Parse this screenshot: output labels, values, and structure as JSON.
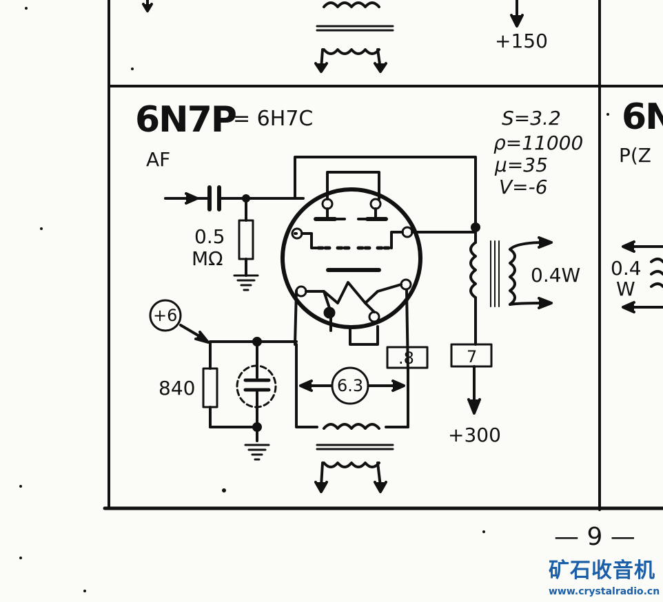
{
  "top_panel": {
    "supply_label": "+150"
  },
  "main_panel": {
    "tube_title": "6N7P",
    "equivalent": "= 6H7C",
    "application": "AF",
    "params": {
      "s": "S=3.2",
      "rho": "ρ=11000",
      "mu": "μ=35",
      "v": "V=-6"
    },
    "grid_resistor": "0.5\nMΩ",
    "grid_resistor_value": "0.5",
    "grid_resistor_unit": "MΩ",
    "bias_voltage": "+6",
    "cathode_resistor": "840",
    "heater_voltage": "6.3",
    "cathode_current": ".8",
    "plate_current": "7",
    "output_power": "0.4W",
    "plate_supply": "+300"
  },
  "right_panel": {
    "title_partial": "6N",
    "subtitle_partial": "P(Z",
    "power_partial_1": "0.4",
    "power_partial_2": "W"
  },
  "footer": {
    "page_number": "— 9 —",
    "watermark": "矿石收音机",
    "watermark_url": "www.crystalradio.cn"
  }
}
